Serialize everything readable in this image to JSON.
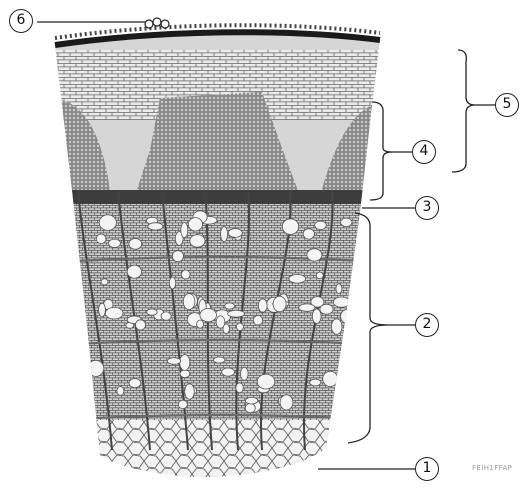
{
  "labels": {
    "l1": "1",
    "l2": "2",
    "l3": "3",
    "l4": "4",
    "l5": "5",
    "l6": "6"
  },
  "watermark": "FEIH1FFAP",
  "colors": {
    "ink": "#222222",
    "cambium": "#3d3d3d",
    "cork": "#1a1a1a",
    "background": "#ffffff"
  }
}
